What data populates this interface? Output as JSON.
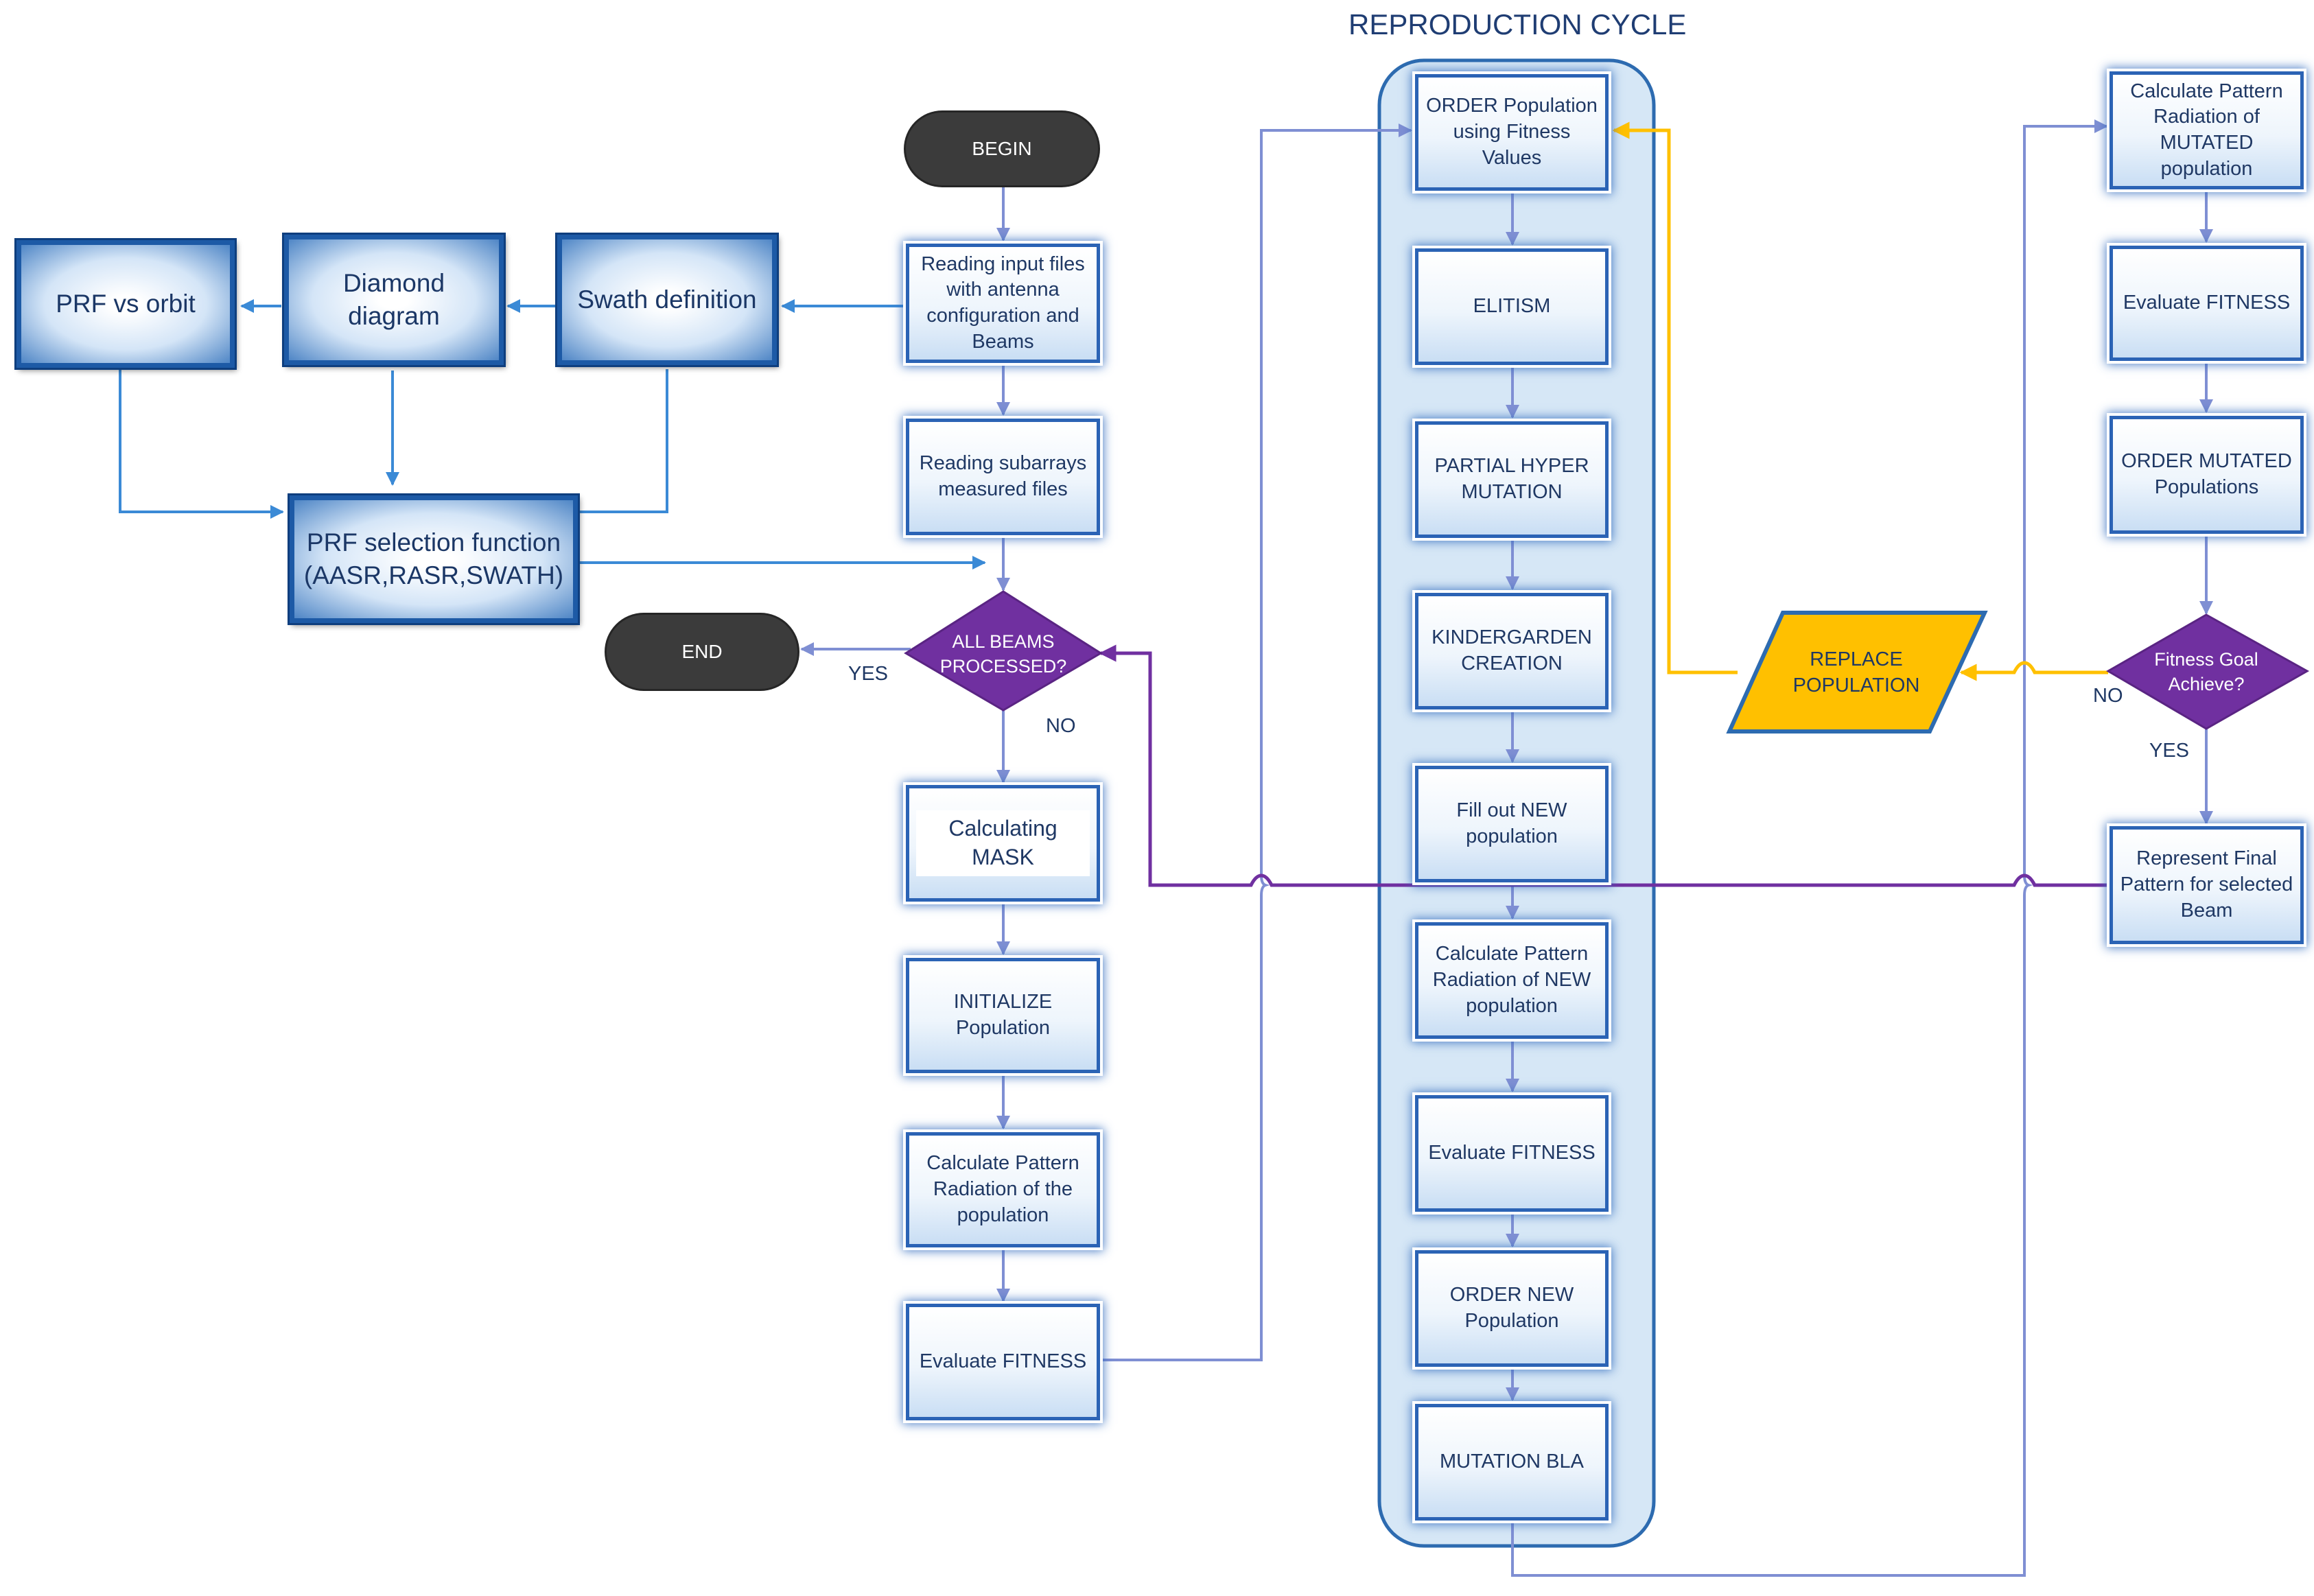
{
  "title": "REPRODUCTION CYCLE",
  "colors": {
    "flow_line": "#7f8fd3",
    "feed_line": "#3b8ad6",
    "return_line": "#7030a0",
    "replace_line": "#ffc000",
    "box_border": "#2b63b5",
    "terminal_fill": "#3b3b3b",
    "decision_fill": "#7030a0",
    "replace_fill": "#ffc000",
    "cycle_panel_fill": "#d6e7f6"
  },
  "left_group": {
    "prf_vs_orbit": "PRF vs orbit",
    "diamond_diagram": "Diamond diagram",
    "swath_definition": "Swath definition",
    "prf_selection": "PRF selection function (AASR,RASR,SWATH)"
  },
  "main": {
    "begin": "BEGIN",
    "reading_input": "Reading input files with antenna configuration and Beams",
    "reading_subarrays": "Reading subarrays measured files",
    "all_beams": "ALL BEAMS PROCESSED?",
    "end": "END",
    "yes": "YES",
    "no": "NO",
    "calc_mask": "Calculating MASK",
    "initialize": "INITIALIZE Population",
    "calc_pattern": "Calculate Pattern Radiation of the population",
    "evaluate": "Evaluate FITNESS"
  },
  "cycle": {
    "order_population": "ORDER Population using Fitness Values",
    "elitism": "ELITISM",
    "partial_hyper": "PARTIAL HYPER MUTATION",
    "kindergarden": "KINDERGARDEN CREATION",
    "fill_out": "Fill out NEW population",
    "calc_new": "Calculate Pattern Radiation of NEW population",
    "evaluate": "Evaluate FITNESS",
    "order_new": "ORDER NEW Population",
    "mutation_bla": "MUTATION BLA"
  },
  "right": {
    "calc_mutated": "Calculate Pattern Radiation of MUTATED population",
    "evaluate": "Evaluate FITNESS",
    "order_mutated": "ORDER MUTATED Populations",
    "fitness_goal": "Fitness Goal Achieve?",
    "no": "NO",
    "yes": "YES",
    "represent_final": "Represent Final Pattern for selected Beam",
    "replace": "REPLACE POPULATION"
  }
}
